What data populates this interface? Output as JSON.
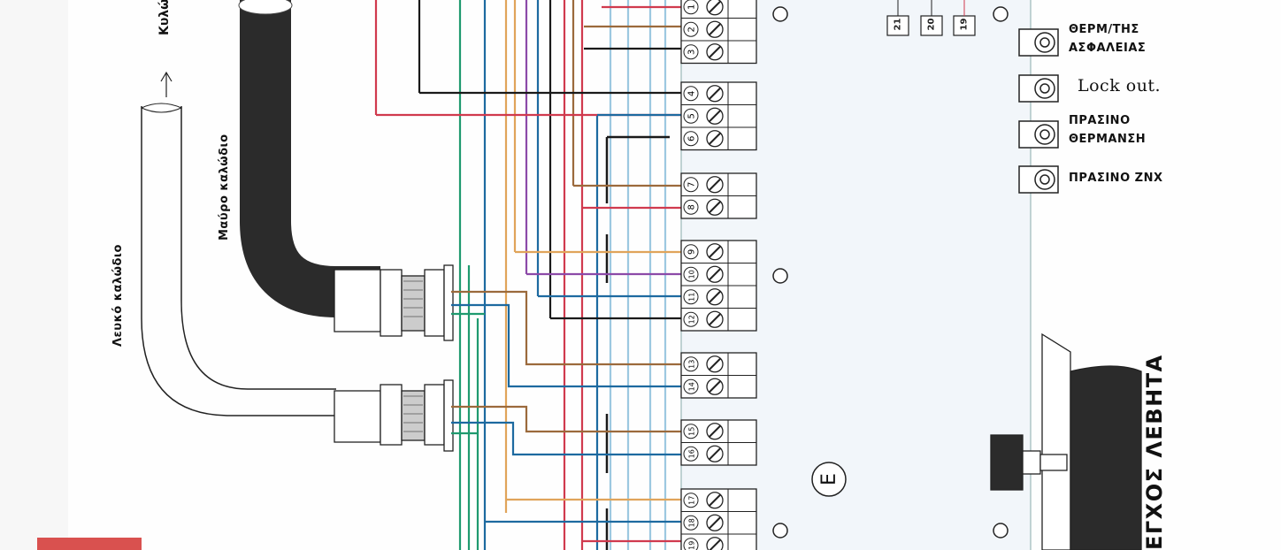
{
  "labels": {
    "cable_top": "Κυλώ",
    "black_cable": "Μαύρο καλώδιο",
    "white_cable": "Λευκό καλώδιο",
    "boiler_control": "ΕΓΧΟΣ ΛΕΒΗΤΑ",
    "circle_e": "Ε"
  },
  "leds": [
    {
      "label": "ΘΕΡΜ/ΤΗΣ\nΑΣΦΑΛΕΙΑΣ",
      "icon": "led-icon"
    },
    {
      "label": "Lock out.",
      "icon": "led-icon"
    },
    {
      "label": "ΠΡΑΣΙΝΟ\nΘΕΡΜΑΝΣΗ",
      "icon": "led-icon"
    },
    {
      "label": "ΠΡΑΣΙΝΟ ΖΝΧ",
      "icon": "led-icon"
    }
  ],
  "relays": [
    "21",
    "20",
    "19"
  ],
  "terminal_groups": [
    {
      "terminals": [
        "1",
        "2",
        "3"
      ]
    },
    {
      "terminals": [
        "4",
        "5",
        "6"
      ]
    },
    {
      "terminals": [
        "7",
        "8"
      ]
    },
    {
      "terminals": [
        "9",
        "10",
        "11",
        "12"
      ]
    },
    {
      "terminals": [
        "13",
        "14"
      ]
    },
    {
      "terminals": [
        "15",
        "16"
      ]
    },
    {
      "terminals": [
        "17",
        "18",
        "19"
      ]
    }
  ],
  "colors": {
    "red": "#d03a4e",
    "brown": "#9b6a3c",
    "orange": "#e0a45a",
    "violet": "#8c4aa8",
    "blue": "#1d6aa0",
    "green": "#1f9a6f",
    "black": "#1a1a1a",
    "light_blue": "#9cc8e0",
    "board": "#f2f6fa"
  }
}
